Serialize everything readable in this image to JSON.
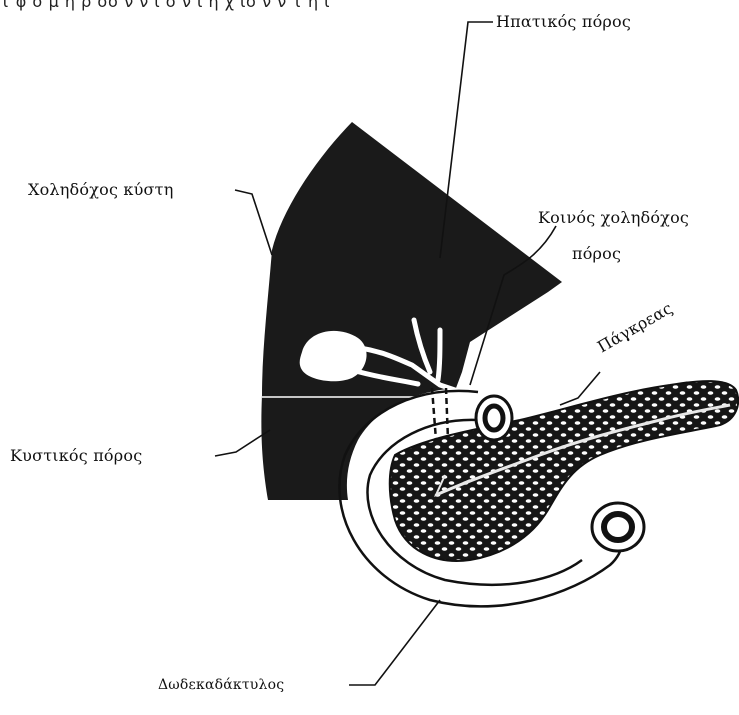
{
  "header_fragment": "τ φ σ  μ   η  ρ  σσ  ν  ν ι σ  ν  ι   η  χ  ισ  ν  ν  τ  η ι",
  "labels": {
    "hepatic_duct": "Ηπατικός πόρος",
    "gallbladder": "Χοληδόχος κύστη",
    "common_bile_duct_line1": "Κοινός χοληδόχος",
    "common_bile_duct_line2": "πόρος",
    "pancreas": "Πάγκρεας",
    "cystic_duct": "Κυστικός πόρος",
    "duodenum": "Δωδεκαδάκτυλος"
  },
  "colors": {
    "liver": "#1a1a1a",
    "line": "#111111",
    "background": "#ffffff"
  }
}
